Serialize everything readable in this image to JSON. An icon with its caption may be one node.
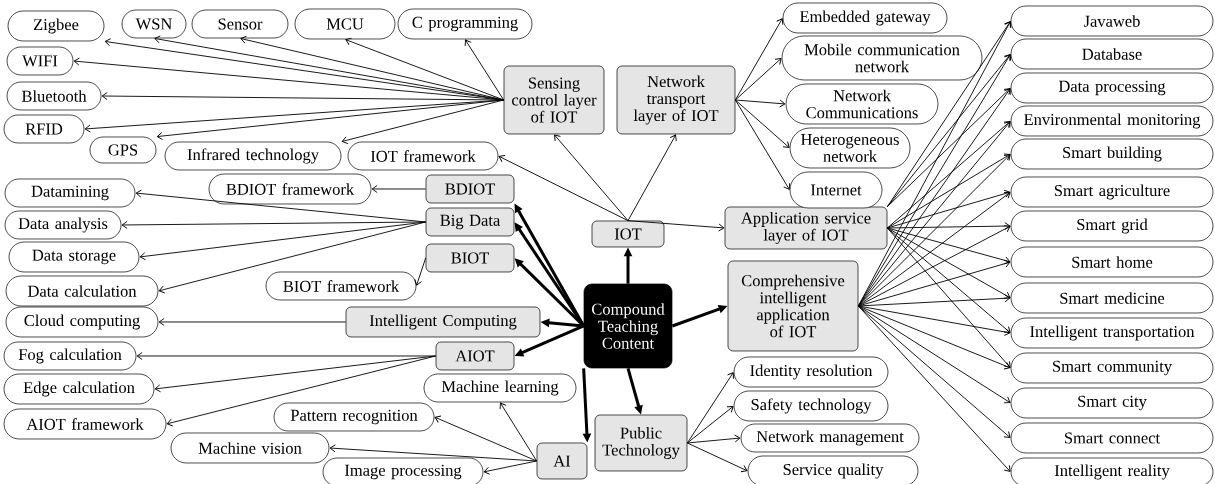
{
  "diagram": {
    "nodes": [
      {
        "text": [
          "Compound Teaching Content"
        ]
      },
      {
        "text": [
          "IOT"
        ]
      },
      {
        "text": [
          "Sensing control layer of IOT"
        ]
      },
      {
        "text": [
          "Network transport layer of IOT"
        ]
      },
      {
        "text": [
          "Application service layer of IOT"
        ]
      },
      {
        "text": [
          "Comprehensive intelligent application of IOT"
        ]
      },
      {
        "text": [
          "BDIOT"
        ]
      },
      {
        "text": [
          "Big Data"
        ]
      },
      {
        "text": [
          "BIOT"
        ]
      },
      {
        "text": [
          "Intelligent Computing"
        ]
      },
      {
        "text": [
          "AIOT"
        ]
      },
      {
        "text": [
          "AI"
        ]
      },
      {
        "text": [
          "Public Technology"
        ]
      },
      {
        "text": [
          "Zigbee"
        ]
      },
      {
        "text": [
          "WSN"
        ]
      },
      {
        "text": [
          "Sensor"
        ]
      },
      {
        "text": [
          "MCU"
        ]
      },
      {
        "text": [
          "C programming"
        ]
      },
      {
        "text": [
          "WIFI"
        ]
      },
      {
        "text": [
          "Bluetooth"
        ]
      },
      {
        "text": [
          "RFID"
        ]
      },
      {
        "text": [
          "GPS"
        ]
      },
      {
        "text": [
          "Infrared technology"
        ]
      },
      {
        "text": [
          "IOT  framework"
        ]
      },
      {
        "text": [
          "Embedded gateway"
        ]
      },
      {
        "text": [
          "Mobile communication network"
        ]
      },
      {
        "text": [
          "Network Communications"
        ]
      },
      {
        "text": [
          "Heterogeneous network"
        ]
      },
      {
        "text": [
          "Internet"
        ]
      },
      {
        "text": [
          "BDIOT framework"
        ]
      },
      {
        "text": [
          "Datamining"
        ]
      },
      {
        "text": [
          "Data analysis"
        ]
      },
      {
        "text": [
          "Data storage"
        ]
      },
      {
        "text": [
          "Data calculation"
        ]
      },
      {
        "text": [
          "BIOT  framework"
        ]
      },
      {
        "text": [
          "Cloud computing"
        ]
      },
      {
        "text": [
          "Fog calculation"
        ]
      },
      {
        "text": [
          "Edge calculation"
        ]
      },
      {
        "text": [
          "AIOT framework"
        ]
      },
      {
        "text": [
          "Machine learning"
        ]
      },
      {
        "text": [
          "Pattern recognition"
        ]
      },
      {
        "text": [
          "Machine vision"
        ]
      },
      {
        "text": [
          "Image processing"
        ]
      },
      {
        "text": [
          "Identity resolution"
        ]
      },
      {
        "text": [
          "Safety technology"
        ]
      },
      {
        "text": [
          "Network management"
        ]
      },
      {
        "text": [
          "Service quality"
        ]
      },
      {
        "text": [
          "Javaweb"
        ]
      },
      {
        "text": [
          "Database"
        ]
      },
      {
        "text": [
          "Data processing"
        ]
      },
      {
        "text": [
          "Environmental monitoring"
        ]
      },
      {
        "text": [
          "Smart building"
        ]
      },
      {
        "text": [
          "Smart agriculture"
        ]
      },
      {
        "text": [
          "Smart grid"
        ]
      },
      {
        "text": [
          "Smart home"
        ]
      },
      {
        "text": [
          "Smart medicine"
        ]
      },
      {
        "text": [
          "Intelligent transportation"
        ]
      },
      {
        "text": [
          "Smart community"
        ]
      },
      {
        "text": [
          "Smart city"
        ]
      },
      {
        "text": [
          "Smart connect"
        ]
      },
      {
        "text": [
          "Intelligent reality"
        ]
      }
    ],
    "edges": [
      {
        "from": 0,
        "to": 1,
        "arrow": "to",
        "style": "thick"
      },
      {
        "from": 0,
        "to": 6,
        "arrow": "to",
        "style": "thick"
      },
      {
        "from": 0,
        "to": 7,
        "arrow": "to",
        "style": "thick"
      },
      {
        "from": 0,
        "to": 8,
        "arrow": "to",
        "style": "thick"
      },
      {
        "from": 0,
        "to": 9,
        "arrow": "to",
        "style": "thick"
      },
      {
        "from": 0,
        "to": 10,
        "arrow": "to",
        "style": "thick"
      },
      {
        "from": 0,
        "to": 11,
        "arrow": "to",
        "style": "thick"
      },
      {
        "from": 0,
        "to": 12,
        "arrow": "to",
        "style": "thick"
      },
      {
        "from": 0,
        "to": 5,
        "arrow": "to",
        "style": "thick"
      },
      {
        "from": 1,
        "to": 2,
        "arrow": "to"
      },
      {
        "from": 1,
        "to": 3,
        "arrow": "to"
      },
      {
        "from": 1,
        "to": 23,
        "arrow": "to"
      },
      {
        "from": 1,
        "to": 4,
        "arrow": "to"
      },
      {
        "from": 2,
        "to": 13,
        "arrow": "to"
      },
      {
        "from": 2,
        "to": 14,
        "arrow": "to"
      },
      {
        "from": 2,
        "to": 15,
        "arrow": "to"
      },
      {
        "from": 2,
        "to": 16,
        "arrow": "to"
      },
      {
        "from": 2,
        "to": 17,
        "arrow": "to"
      },
      {
        "from": 2,
        "to": 18,
        "arrow": "to"
      },
      {
        "from": 2,
        "to": 19,
        "arrow": "to"
      },
      {
        "from": 2,
        "to": 20,
        "arrow": "to"
      },
      {
        "from": 2,
        "to": 21,
        "arrow": "to"
      },
      {
        "from": 2,
        "to": 22,
        "arrow": "to"
      },
      {
        "from": 3,
        "to": 24,
        "arrow": "to"
      },
      {
        "from": 3,
        "to": 25,
        "arrow": "to"
      },
      {
        "from": 3,
        "to": 26,
        "arrow": "to"
      },
      {
        "from": 3,
        "to": 27,
        "arrow": "to"
      },
      {
        "from": 3,
        "to": 28,
        "arrow": "to"
      },
      {
        "from": 6,
        "to": 29,
        "arrow": "to"
      },
      {
        "from": 7,
        "to": 30,
        "arrow": "to"
      },
      {
        "from": 7,
        "to": 31,
        "arrow": "to"
      },
      {
        "from": 7,
        "to": 32,
        "arrow": "to"
      },
      {
        "from": 7,
        "to": 33,
        "arrow": "to"
      },
      {
        "from": 8,
        "to": 34,
        "arrow": "to"
      },
      {
        "from": 9,
        "to": 35,
        "arrow": "to"
      },
      {
        "from": 10,
        "to": 36,
        "arrow": "to"
      },
      {
        "from": 10,
        "to": 37,
        "arrow": "to"
      },
      {
        "from": 10,
        "to": 38,
        "arrow": "to"
      },
      {
        "from": 11,
        "to": 39,
        "arrow": "to"
      },
      {
        "from": 11,
        "to": 40,
        "arrow": "to"
      },
      {
        "from": 11,
        "to": 41,
        "arrow": "to"
      },
      {
        "from": 11,
        "to": 42,
        "arrow": "to"
      },
      {
        "from": 12,
        "to": 43,
        "arrow": "to"
      },
      {
        "from": 12,
        "to": 44,
        "arrow": "to"
      },
      {
        "from": 12,
        "to": 45,
        "arrow": "to"
      },
      {
        "from": 12,
        "to": 46,
        "arrow": "to"
      },
      {
        "from": 4,
        "to": 47,
        "arrow": "to"
      },
      {
        "from": 4,
        "to": 48,
        "arrow": "to"
      },
      {
        "from": 4,
        "to": 49,
        "arrow": "to"
      },
      {
        "from": 4,
        "to": 50,
        "arrow": "to"
      },
      {
        "from": 4,
        "to": 51,
        "arrow": "to"
      },
      {
        "from": 4,
        "to": 52,
        "arrow": "to"
      },
      {
        "from": 4,
        "to": 53,
        "arrow": "to"
      },
      {
        "from": 4,
        "to": 54,
        "arrow": "to"
      },
      {
        "from": 4,
        "to": 55,
        "arrow": "to"
      },
      {
        "from": 4,
        "to": 56,
        "arrow": "to"
      },
      {
        "from": 4,
        "to": 57,
        "arrow": "to"
      },
      {
        "from": 5,
        "to": 47,
        "arrow": "to"
      },
      {
        "from": 5,
        "to": 48,
        "arrow": "to"
      },
      {
        "from": 5,
        "to": 49,
        "arrow": "to"
      },
      {
        "from": 5,
        "to": 50,
        "arrow": "to"
      },
      {
        "from": 5,
        "to": 51,
        "arrow": "to"
      },
      {
        "from": 5,
        "to": 52,
        "arrow": "to"
      },
      {
        "from": 5,
        "to": 53,
        "arrow": "to"
      },
      {
        "from": 5,
        "to": 54,
        "arrow": "to"
      },
      {
        "from": 5,
        "to": 55,
        "arrow": "to"
      },
      {
        "from": 5,
        "to": 56,
        "arrow": "to"
      },
      {
        "from": 5,
        "to": 57,
        "arrow": "to"
      },
      {
        "from": 5,
        "to": 58,
        "arrow": "to"
      },
      {
        "from": 5,
        "to": 59,
        "arrow": "to"
      },
      {
        "from": 5,
        "to": 60,
        "arrow": "to"
      }
    ]
  }
}
